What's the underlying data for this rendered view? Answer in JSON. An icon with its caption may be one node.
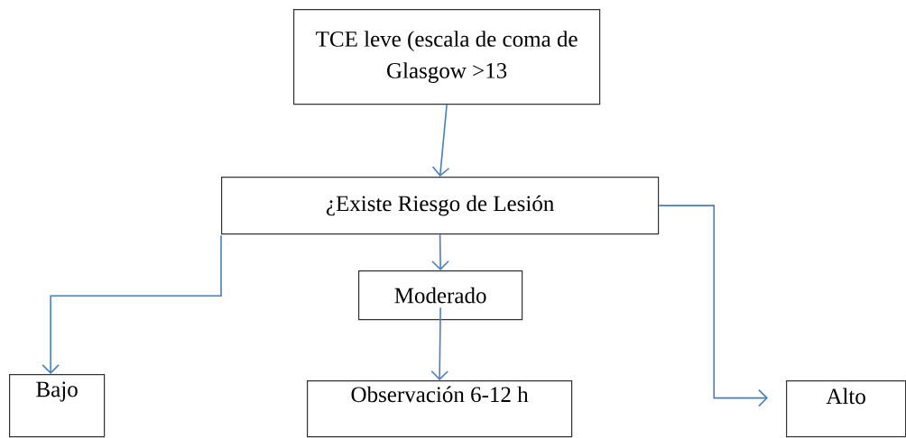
{
  "diagram": {
    "nodes": [
      {
        "text": [
          "TCE leve (escala de coma de Glasgow >13"
        ]
      },
      {
        "text": [
          "¿Existe Riesgo de Lesión"
        ]
      },
      {
        "text": [
          "Moderado"
        ]
      },
      {
        "text": [
          "Bajo"
        ]
      },
      {
        "text": [
          "Observación 6-12 h"
        ]
      },
      {
        "text": [
          "Alto"
        ]
      }
    ],
    "edges": [
      {
        "from": 0,
        "to": 1,
        "arrow": "to"
      },
      {
        "from": 1,
        "to": 2,
        "arrow": "to"
      },
      {
        "from": 1,
        "to": 3,
        "arrow": "to"
      },
      {
        "from": 2,
        "to": 4,
        "arrow": "to"
      },
      {
        "from": 1,
        "to": 5,
        "arrow": "to"
      }
    ]
  }
}
